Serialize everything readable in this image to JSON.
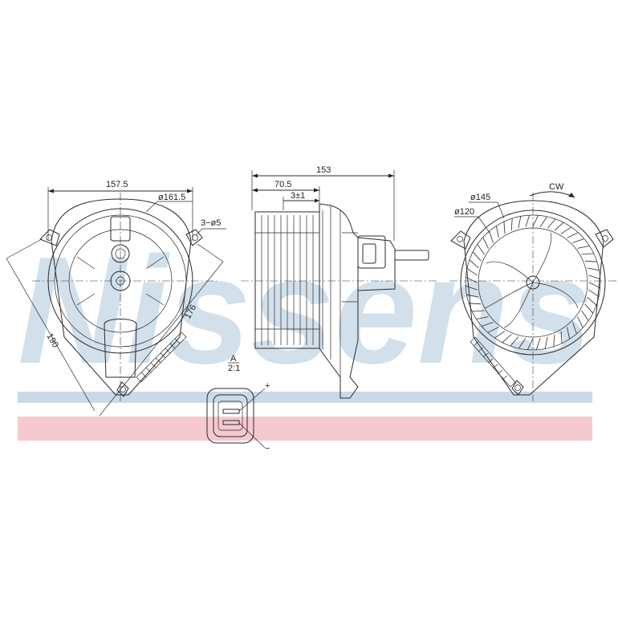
{
  "watermark": {
    "text": "Nissens",
    "band_blue": "#c9d9e8",
    "band_pink": "#f6c9d1",
    "text_color": "#c3d6e6"
  },
  "front_view": {
    "width_dim": "157.5",
    "diameter_dim": "ø161.5",
    "holes_dim": "3−ø5",
    "diag_dim_1": "190",
    "diag_dim_2": "176"
  },
  "side_view": {
    "overall_dim": "153",
    "wheel_dim": "70.5",
    "tol_dim": "3±1"
  },
  "detail_view": {
    "label": "A",
    "scale": "2:1",
    "plus_sign": "+",
    "minus_sign": "−"
  },
  "rear_view": {
    "rotation_label": "CW",
    "outer_diameter": "ø145",
    "inner_diameter": "ø120"
  }
}
